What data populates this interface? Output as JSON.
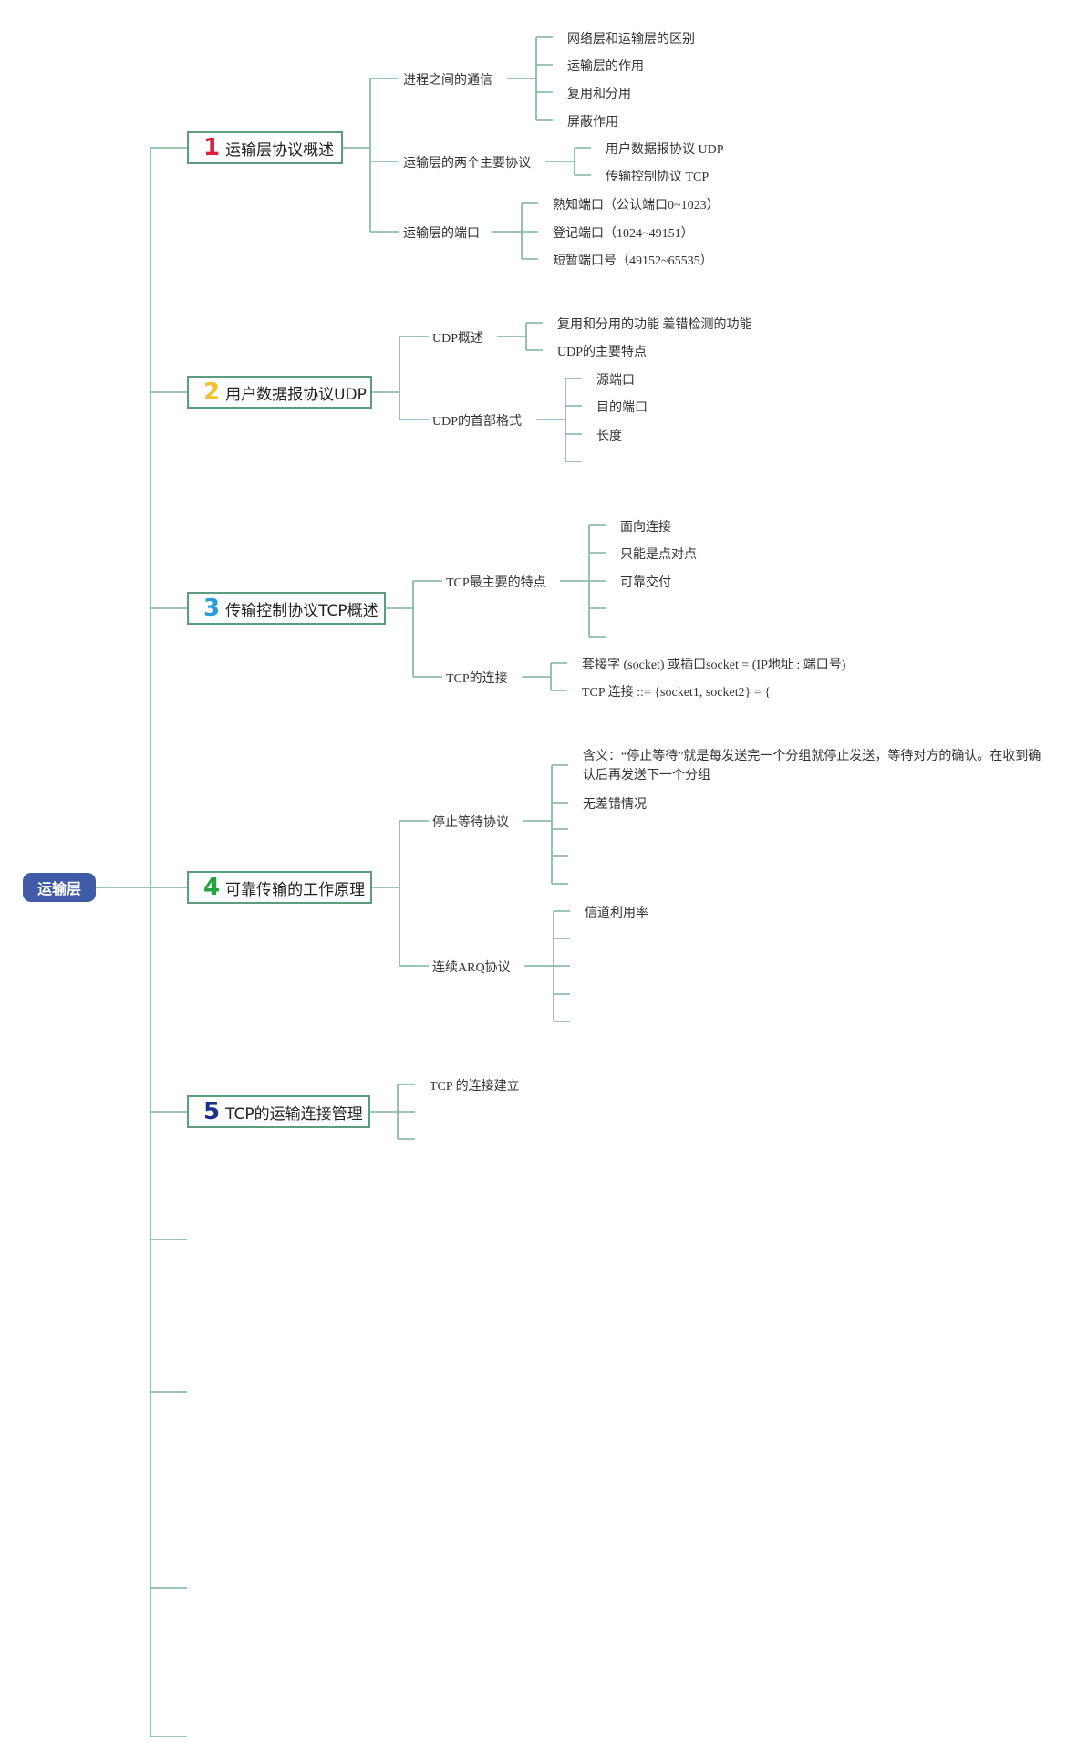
{
  "root": "运输层",
  "colors": {
    "line": "#7fb39c",
    "root_bg": "#3f5aa6",
    "num1": "#e0203a",
    "num2": "#f2c02a",
    "num3": "#2a9ae0",
    "num4": "#22a33c",
    "num5": "#1c2f8a"
  },
  "topics": [
    {
      "num": "1",
      "label": "运输层协议概述",
      "subs": [
        {
          "label": "进程之间的通信",
          "items": [
            "网络层和运输层的区别",
            "运输层的作用",
            "复用和分用",
            "屏蔽作用"
          ]
        },
        {
          "label": "运输层的两个主要协议",
          "items": [
            "用户数据报协议 UDP",
            "传输控制协议 TCP"
          ]
        },
        {
          "label": "运输层的端口",
          "items": [
            "熟知端口（公认端口0~1023）",
            "登记端口（1024~49151）",
            "短暂端口号（49152~65535）"
          ]
        }
      ]
    },
    {
      "num": "2",
      "label": "用户数据报协议UDP",
      "subs": [
        {
          "label": "UDP概述",
          "items": [
            "复用和分用的功能 差错检测的功能",
            "UDP的主要特点"
          ]
        },
        {
          "label": "UDP的首部格式",
          "items": [
            "源端口",
            "目的端口",
            "长度",
            ""
          ]
        }
      ]
    },
    {
      "num": "3",
      "label": "传输控制协议TCP概述",
      "subs": [
        {
          "label": "TCP最主要的特点",
          "items": [
            "面向连接",
            "只能是点对点",
            "可靠交付",
            "",
            ""
          ]
        },
        {
          "label": "TCP的连接",
          "items": [
            "套接字 (socket) 或插口socket = (IP地址 : 端口号)",
            "TCP 连接 ::= {socket1, socket2} = {"
          ]
        }
      ]
    },
    {
      "num": "4",
      "label": "可靠传输的工作原理",
      "subs": [
        {
          "label": "停止等待协议",
          "items": [
            "含义：“停止等待”就是每发送完一个分组就停止发送，等待对方的确认。在收到确认后再发送下一个分组",
            "无差错情况",
            "",
            "",
            ""
          ]
        },
        {
          "label": "连续ARQ协议",
          "items": [
            "信道利用率",
            "",
            "",
            "",
            ""
          ]
        }
      ]
    },
    {
      "num": "5",
      "label": "TCP的运输连接管理",
      "subs": [
        {
          "label": "TCP 的连接建立",
          "items": []
        },
        {
          "label": "",
          "items": []
        },
        {
          "label": "",
          "items": []
        }
      ]
    }
  ]
}
